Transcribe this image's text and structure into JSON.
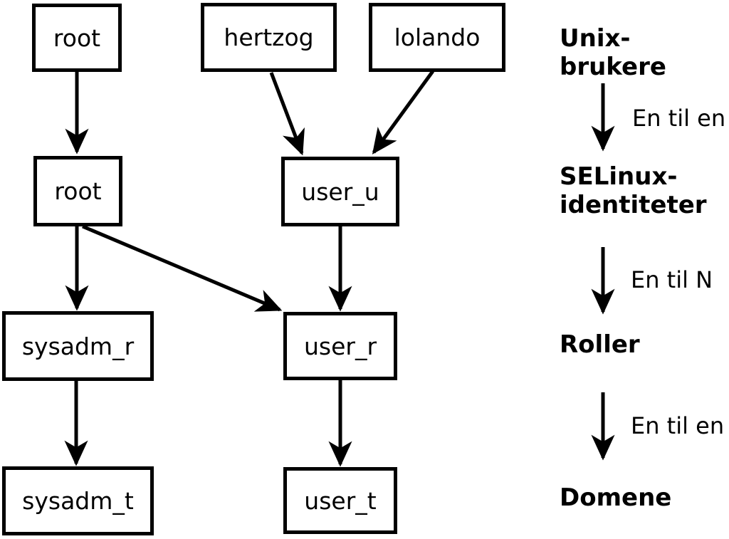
{
  "diagram": {
    "nodes": {
      "unix_root": "root",
      "unix_hertzog": "hertzog",
      "unix_lolando": "lolando",
      "selinux_root": "root",
      "selinux_user_u": "user_u",
      "role_sysadm_r": "sysadm_r",
      "role_user_r": "user_r",
      "domain_sysadm_t": "sysadm_t",
      "domain_user_t": "user_t"
    },
    "edges": [
      {
        "from": "unix_root",
        "to": "selinux_root"
      },
      {
        "from": "unix_hertzog",
        "to": "selinux_user_u"
      },
      {
        "from": "unix_lolando",
        "to": "selinux_user_u"
      },
      {
        "from": "selinux_root",
        "to": "role_sysadm_r"
      },
      {
        "from": "selinux_root",
        "to": "role_user_r"
      },
      {
        "from": "selinux_user_u",
        "to": "role_user_r"
      },
      {
        "from": "role_sysadm_r",
        "to": "domain_sysadm_t"
      },
      {
        "from": "role_user_r",
        "to": "domain_user_t"
      }
    ],
    "legend": {
      "level_unix": "Unix-brukere",
      "relation_unix_selinux": "En til en",
      "level_selinux": "SELinux-\nidentiteter",
      "relation_selinux_roles": "En til N",
      "level_roles": "Roller",
      "relation_roles_domains": "En til en",
      "level_domains": "Domene"
    },
    "colors": {
      "foreground": "#000000",
      "background": "#ffffff"
    }
  }
}
